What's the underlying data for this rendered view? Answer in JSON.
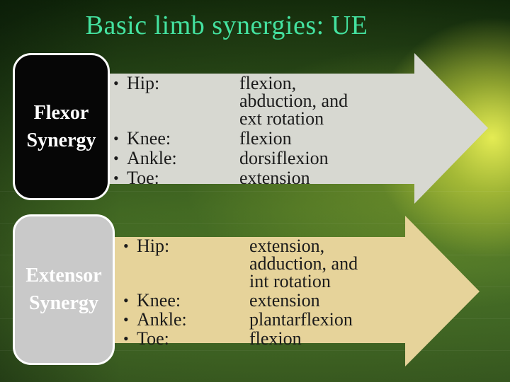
{
  "slide": {
    "title": "Basic limb synergies: UE",
    "bullet_glyph": "•",
    "colors": {
      "title": "#44e2a0",
      "list_text": "#1b1b1b"
    },
    "sections": [
      {
        "id": "flexor",
        "label_lines": [
          "Flexor",
          "Synergy"
        ],
        "box_bg": "#060606",
        "box_border": "#ffffff",
        "box_text_color": "#ffffff",
        "arrow_color": "#d7d8d1",
        "items": [
          {
            "label": "Hip:",
            "value": "flexion, abduction, and ext rotation",
            "value_lines": [
              "flexion,",
              "abduction, and",
              "ext rotation"
            ]
          },
          {
            "label": "Knee:",
            "value": "flexion"
          },
          {
            "label": "Ankle:",
            "value": "dorsiflexion"
          },
          {
            "label": "Toe:",
            "value": "extension"
          }
        ]
      },
      {
        "id": "extensor",
        "label_lines": [
          "Extensor",
          "Synergy"
        ],
        "box_bg": "#c9c9c9",
        "box_border": "#ffffff",
        "box_text_color": "#ffffff",
        "arrow_color": "#e6d39a",
        "items": [
          {
            "label": "Hip:",
            "value": "extension, adduction, and int rotation",
            "value_lines": [
              "extension,",
              "adduction, and",
              "int rotation"
            ]
          },
          {
            "label": "Knee:",
            "value": "extension"
          },
          {
            "label": "Ankle:",
            "value": "plantarflexion"
          },
          {
            "label": "Toe:",
            "value": "flexion"
          }
        ]
      }
    ]
  }
}
